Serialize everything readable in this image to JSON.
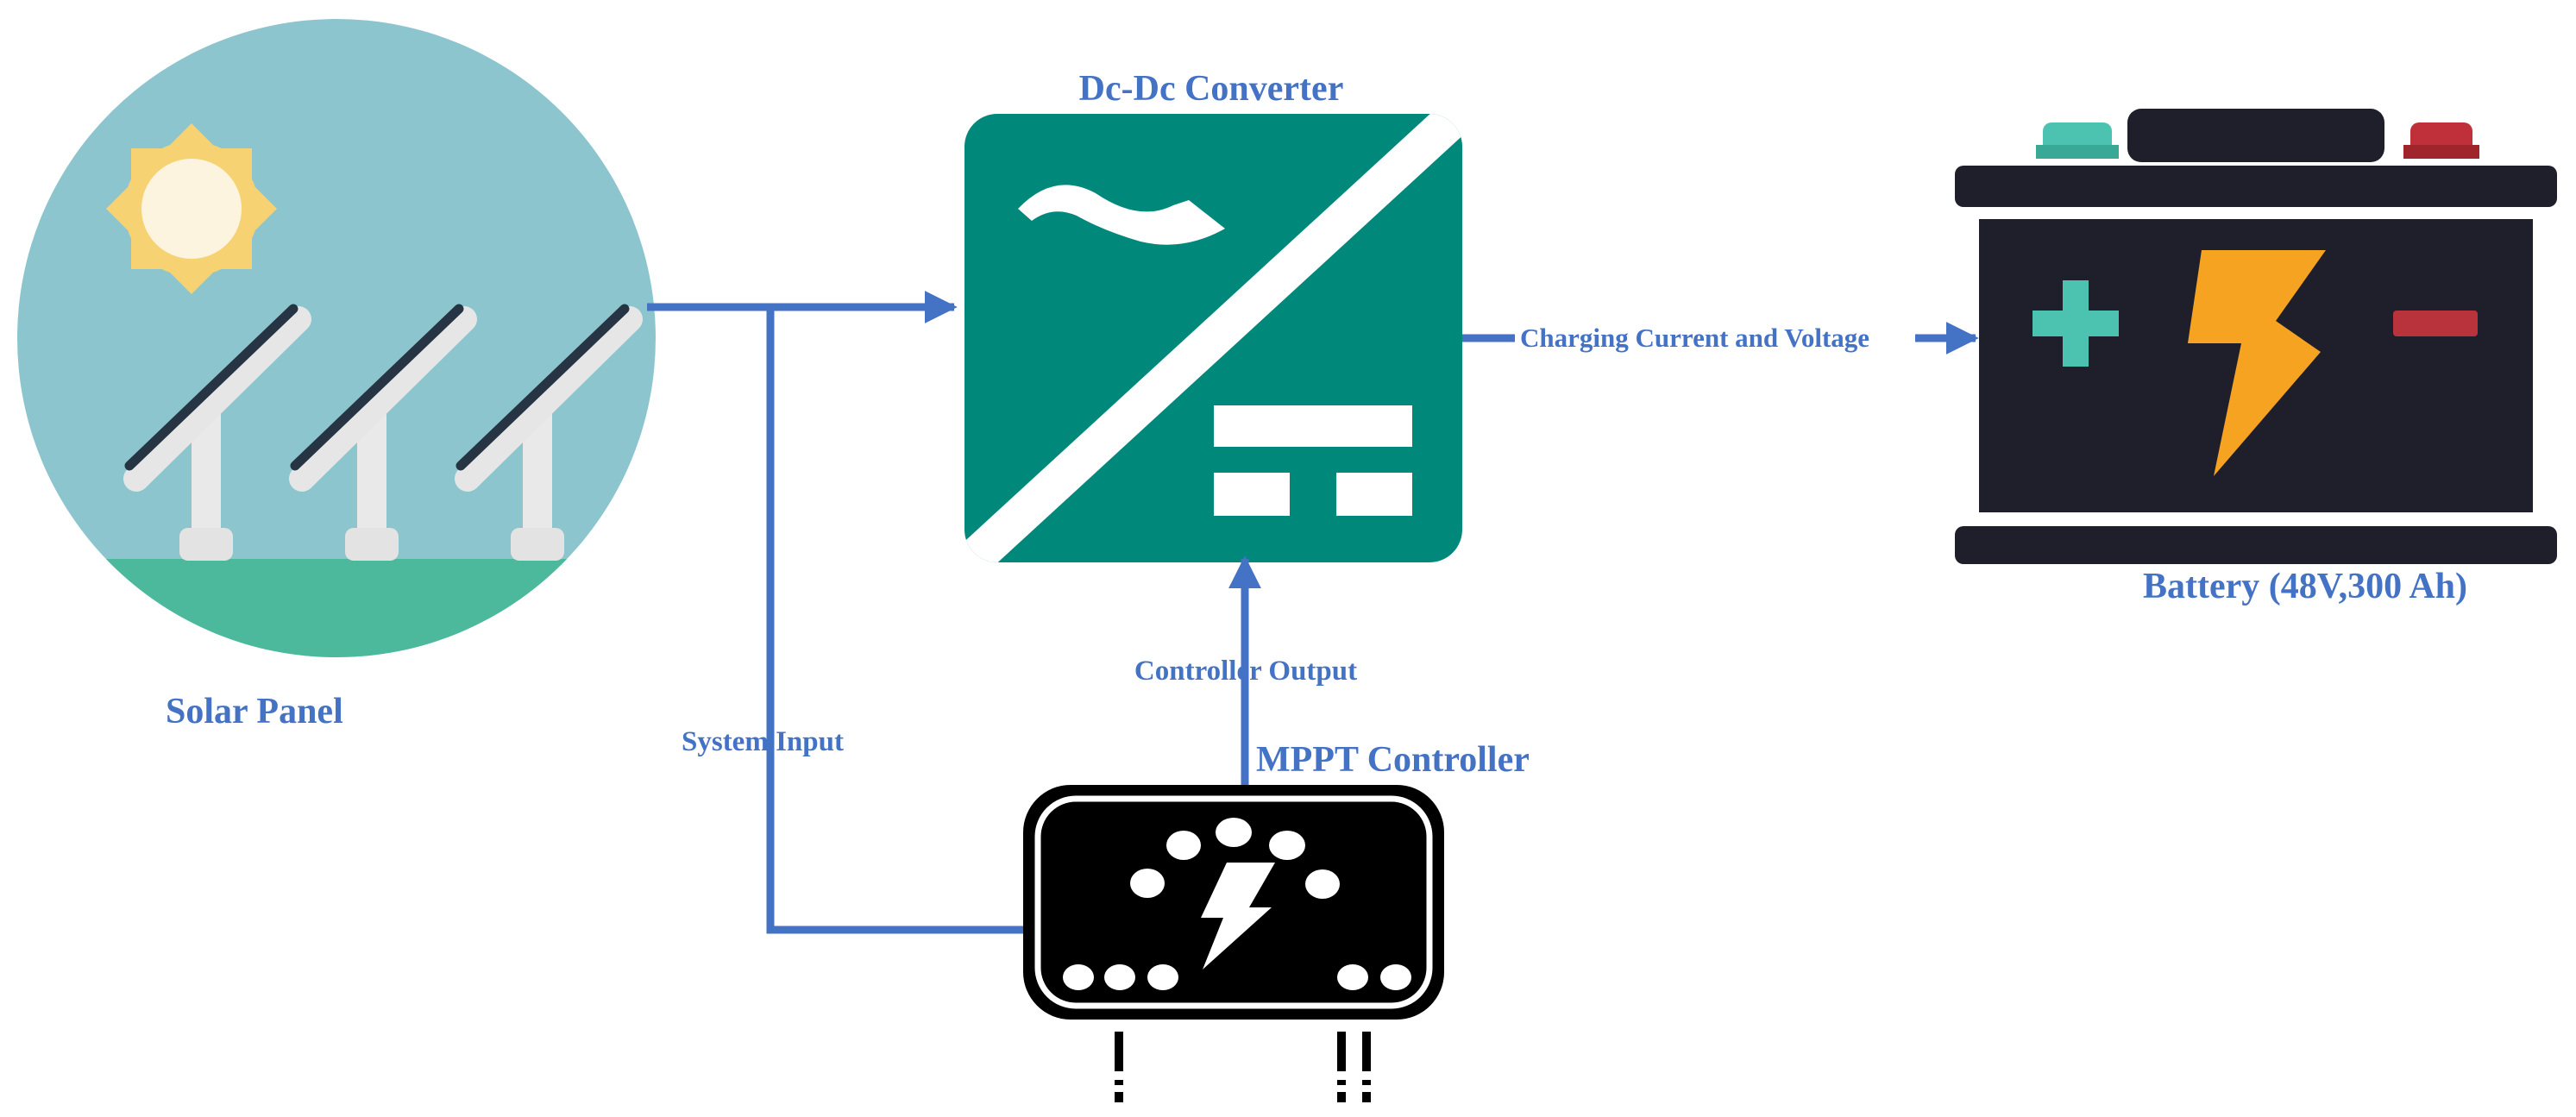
{
  "labels": {
    "solar_panel": "Solar  Panel",
    "dcdc_converter": "Dc-Dc Converter",
    "charging": "Charging Current and  Voltage",
    "battery": "Battery (48V,300 Ah)",
    "controller_output": "Controller Output",
    "system_input": "System Input",
    "mppt_controller": "MPPT Controller"
  },
  "colors": {
    "wire": "#4472c4",
    "sky": "#8cc5ce",
    "ground": "#4cb89c",
    "sun_outer": "#f6d272",
    "sun_inner": "#fdf4df",
    "converter": "#00897b",
    "battery_body": "#1f1f2b",
    "battery_plus": "#4cc2b0",
    "battery_minus": "#b8333b",
    "battery_terminal_plus": "#4cc2b0",
    "battery_terminal_minus": "#c0303a",
    "bolt": "#f5a320",
    "controller": "#000000"
  },
  "icons": {
    "solar": "solar-panel-scene-icon",
    "converter": "dc-dc-converter-icon",
    "battery": "battery-icon",
    "controller": "mppt-controller-icon"
  }
}
